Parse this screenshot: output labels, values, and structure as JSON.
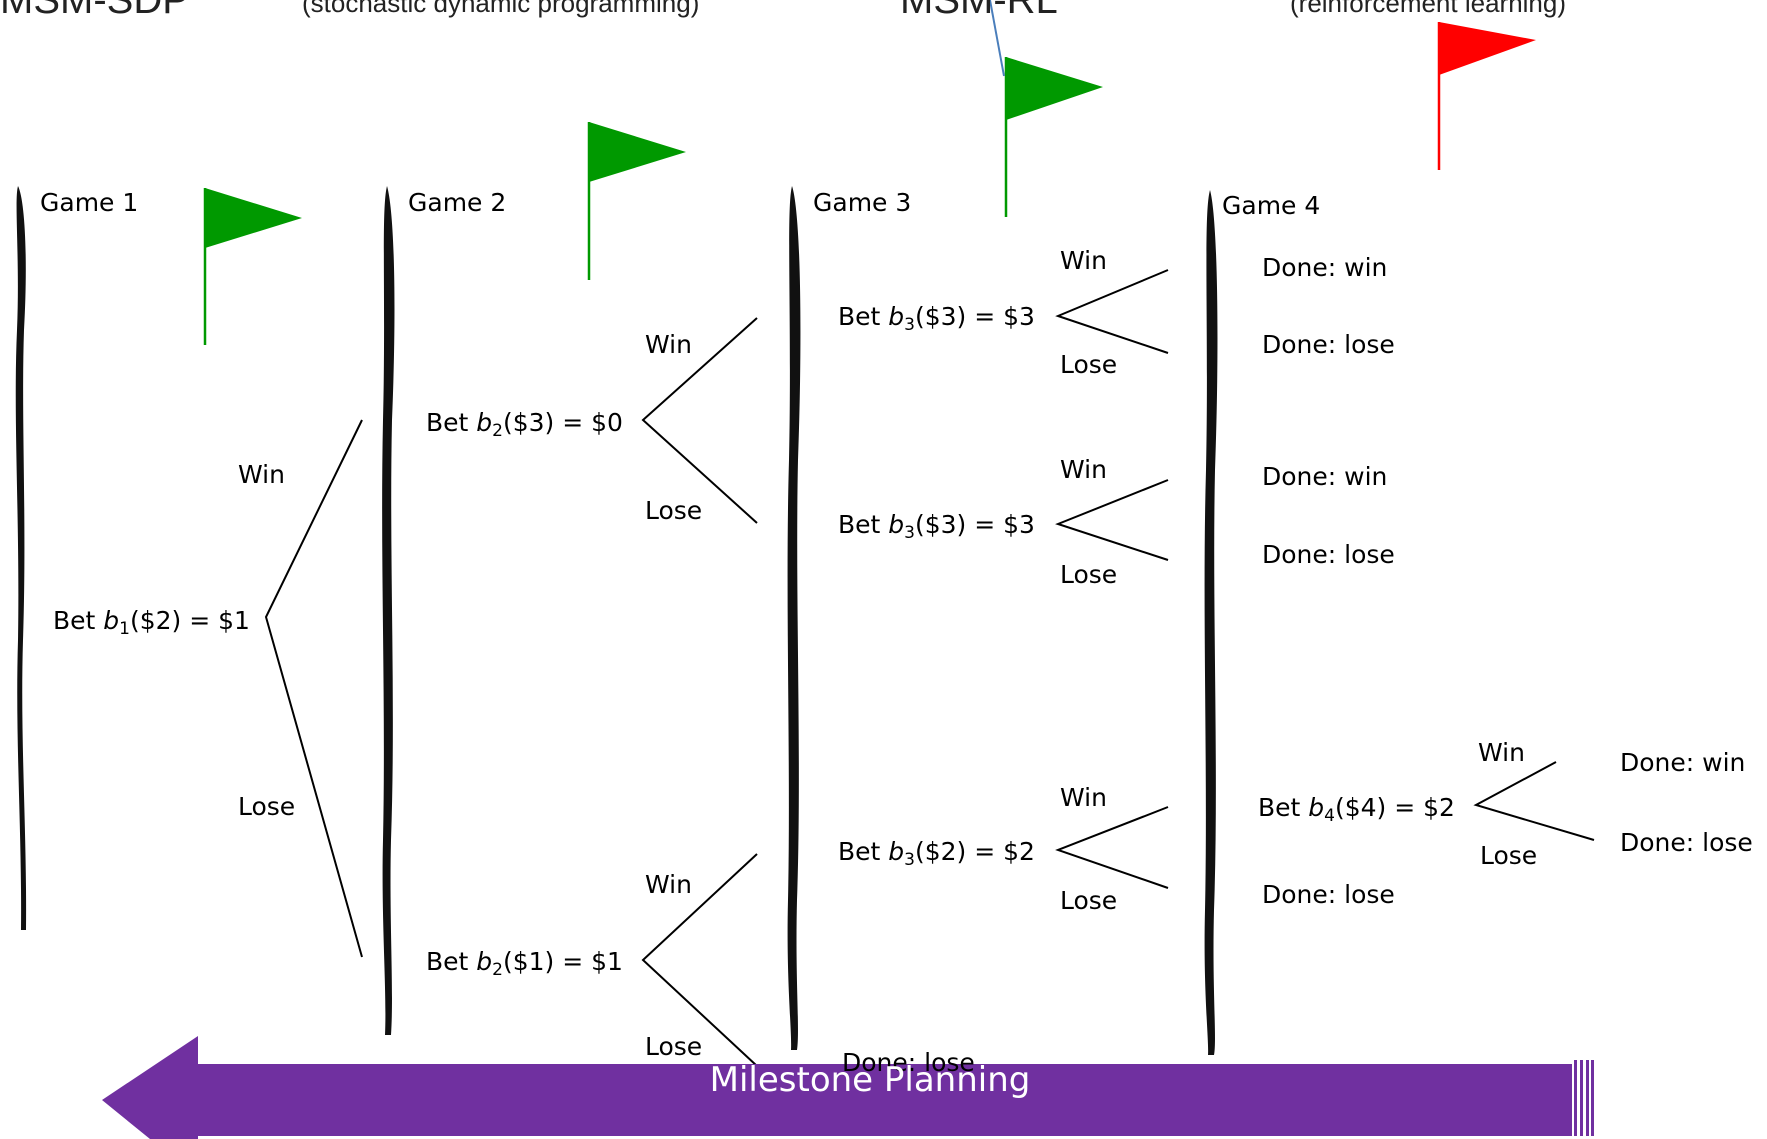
{
  "caption": {
    "left_big": "MSM-SDP",
    "left_small": "(stochastic dynamic programming)",
    "right_big": "MSM-RL",
    "right_small": "(reinforcement learning)"
  },
  "games": [
    "Game 1",
    "Game 2",
    "Game 3",
    "Game 4"
  ],
  "branch_labels": {
    "win": "Win",
    "lose": "Lose"
  },
  "bets": [
    {
      "id": "b1",
      "prefix": "Bet ",
      "var": "b",
      "sub": "1",
      "suffix": "($2) = $1"
    },
    {
      "id": "b2_3",
      "prefix": "Bet ",
      "var": "b",
      "sub": "2",
      "suffix": "($3) = $0"
    },
    {
      "id": "b2_1",
      "prefix": "Bet ",
      "var": "b",
      "sub": "2",
      "suffix": "($1) = $1"
    },
    {
      "id": "b3_3a",
      "prefix": "Bet ",
      "var": "b",
      "sub": "3",
      "suffix": "($3) = $3"
    },
    {
      "id": "b3_3b",
      "prefix": "Bet ",
      "var": "b",
      "sub": "3",
      "suffix": "($3) = $3"
    },
    {
      "id": "b3_2",
      "prefix": "Bet ",
      "var": "b",
      "sub": "3",
      "suffix": "($2) = $2"
    },
    {
      "id": "b4_4",
      "prefix": "Bet ",
      "var": "b",
      "sub": "4",
      "suffix": "($4) = $2"
    }
  ],
  "outcomes": {
    "win": "Done: win",
    "lose": "Done: lose"
  },
  "milestone_arrow": {
    "label": "Milestone Planning",
    "color": "#7030a0"
  },
  "colors": {
    "flag_green": "#009900",
    "flag_red": "#ff0000",
    "pointer_blue": "#4a7ebb"
  }
}
